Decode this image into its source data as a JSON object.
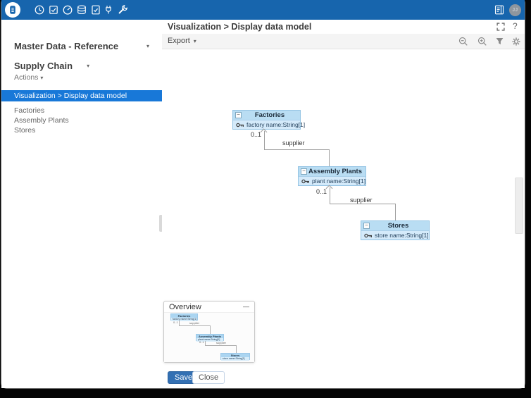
{
  "glyphs": {
    "caret": "▾",
    "collapse": "−",
    "minimize": "—",
    "help": "?"
  },
  "topbar": {
    "icon_names": [
      "app-logo",
      "clock",
      "tasks",
      "dashboard",
      "database",
      "validation",
      "integration",
      "tools",
      "report-panel"
    ],
    "avatar_initials": "JJ"
  },
  "sidebar": {
    "dataspace_label": "Master Data - Reference",
    "dataset_label": "Supply Chain",
    "actions_label": "Actions",
    "selected_item": "Visualization > Display data model",
    "items": [
      {
        "label": "Factories"
      },
      {
        "label": "Assembly Plants"
      },
      {
        "label": "Stores"
      }
    ]
  },
  "header": {
    "title": "Visualization > Display data model"
  },
  "toolbar": {
    "export_label": "Export",
    "icon_names": [
      "zoom-out",
      "zoom-in",
      "filter",
      "settings"
    ]
  },
  "diagram": {
    "entities": [
      {
        "title": "Factories",
        "attribute": "factory name:String[1]"
      },
      {
        "title": "Assembly Plants",
        "attribute": "plant name:String[1]"
      },
      {
        "title": "Stores",
        "attribute": "store name:String[1]"
      }
    ],
    "links": [
      {
        "label": "supplier",
        "cardinality": "0..1"
      },
      {
        "label": "supplier",
        "cardinality": "0..1"
      }
    ]
  },
  "overview": {
    "title": "Overview"
  },
  "footer": {
    "save_label": "Save",
    "close_label": "Close"
  },
  "colors": {
    "topbar": "#1765ad",
    "selected_row": "#1878d8",
    "entity_header": "#b9ddf3",
    "entity_body": "#d4eafa",
    "entity_border": "#94c4e4",
    "save_button": "#3370b3"
  }
}
